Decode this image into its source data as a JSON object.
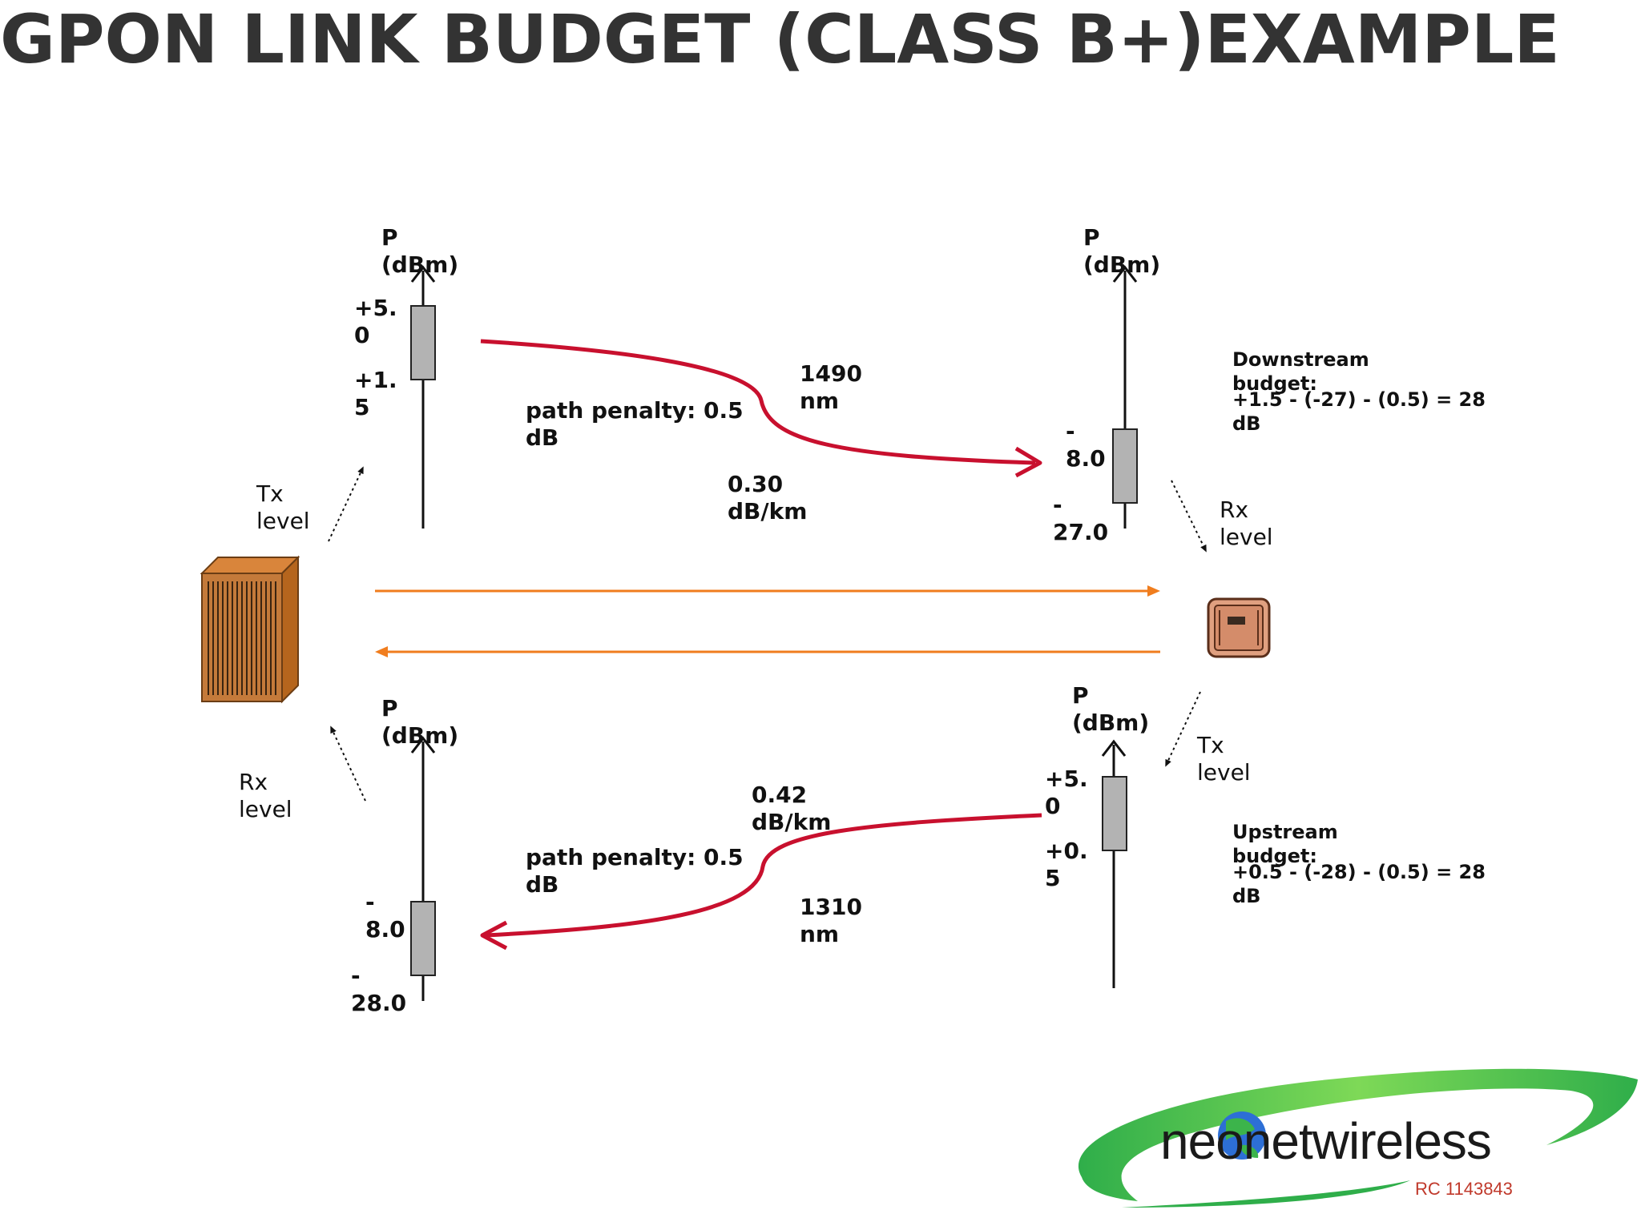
{
  "title": "GPON LINK BUDGET (CLASS B+)EXAMPLE",
  "downstream": {
    "olt_tx": {
      "axis_label_line1": "P",
      "axis_label_line2": "(dBm)",
      "max_line1": "+5.",
      "max_line2": "0",
      "min_line1": "+1.",
      "min_line2": "5"
    },
    "onu_rx": {
      "axis_label_line1": "P",
      "axis_label_line2": "(dBm)",
      "max_line1": "-",
      "max_line2": "8.0",
      "min_line1": "-",
      "min_line2": "27.0"
    },
    "tx_level_line1": "Tx",
    "tx_level_line2": "level",
    "rx_level_line1": "Rx",
    "rx_level_line2": "level",
    "path_penalty_line1": "path penalty: 0.5",
    "path_penalty_line2": "dB",
    "wavelength_line1": "1490",
    "wavelength_line2": "nm",
    "attenuation_line1": "0.30",
    "attenuation_line2": "dB/km",
    "budget_line1": "Downstream",
    "budget_line2": "budget:",
    "budget_line3": "+1.5 - (-27) - (0.5) = 28",
    "budget_line4": "dB"
  },
  "upstream": {
    "olt_rx": {
      "axis_label_line1": "P",
      "axis_label_line2": "(dBm)",
      "max_line1": "-",
      "max_line2": "8.0",
      "min_line1": "-",
      "min_line2": "28.0"
    },
    "onu_tx": {
      "axis_label_line1": "P",
      "axis_label_line2": "(dBm)",
      "max_line1": "+5.",
      "max_line2": "0",
      "min_line1": "+0.",
      "min_line2": "5"
    },
    "rx_level_line1": "Rx",
    "rx_level_line2": "level",
    "tx_level_line1": "Tx",
    "tx_level_line2": "level",
    "path_penalty_line1": "path penalty: 0.5",
    "path_penalty_line2": "dB",
    "wavelength_line1": "1310",
    "wavelength_line2": "nm",
    "attenuation_line1": "0.42",
    "attenuation_line2": "dB/km",
    "budget_line1": "Upstream",
    "budget_line2": "budget:",
    "budget_line3": "+0.5 - (-28) - (0.5) = 28",
    "budget_line4": "dB"
  },
  "logo": {
    "text": "neonetwireless",
    "rc": "RC 1143843"
  },
  "colors": {
    "curve": "#c8102e",
    "link": "#f07d1e",
    "bar": "#b3b3b3",
    "swoosh": "#2fae4a"
  }
}
